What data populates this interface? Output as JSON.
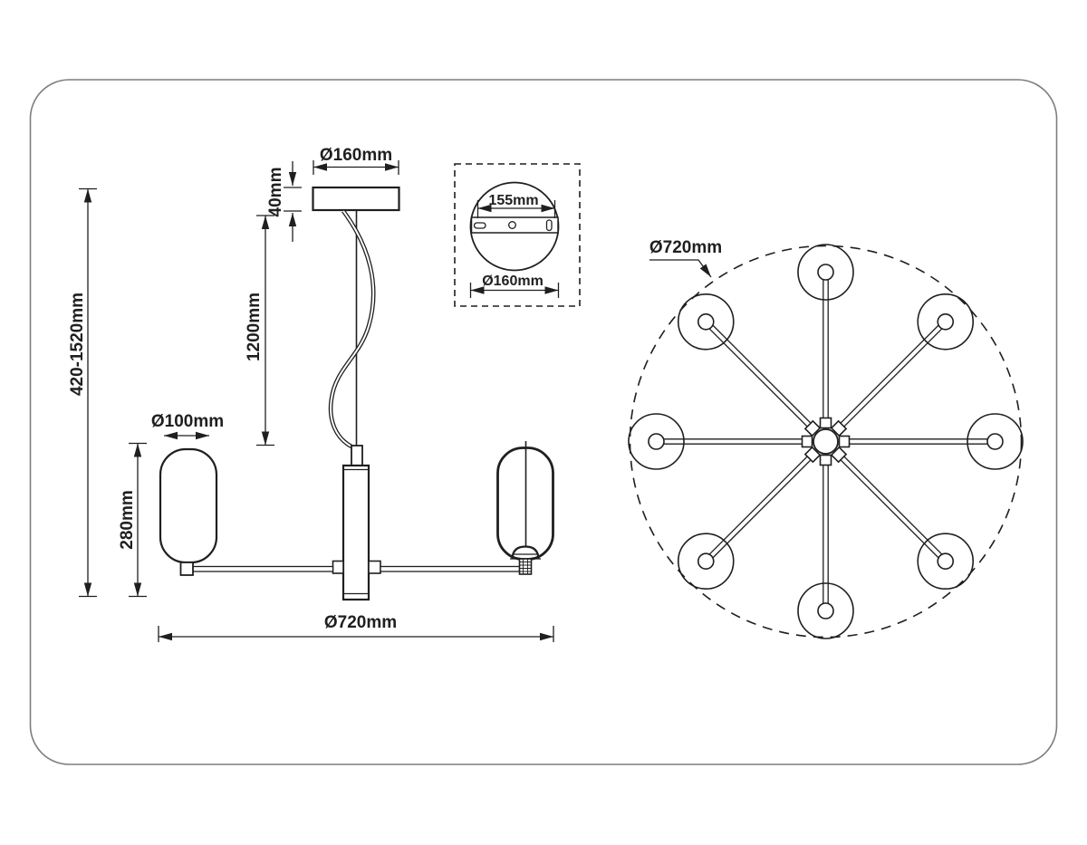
{
  "colors": {
    "line": "#1f1f1f",
    "frame": "#7d7d7d",
    "background": "#ffffff"
  },
  "side_view": {
    "canopy_diameter_label": "Ø160mm",
    "canopy_height_label": "40mm",
    "suspension_length_label": "1200mm",
    "overall_height_label": "420-1520mm",
    "shade_diameter_label": "Ø100mm",
    "shade_height_label": "280mm",
    "span_diameter_label": "Ø720mm"
  },
  "mount_detail": {
    "bracket_width_label": "155mm",
    "plate_diameter_label": "Ø160mm"
  },
  "top_view": {
    "span_diameter_label": "Ø720mm",
    "arm_count": 8,
    "arm_angles_deg": [
      90,
      45,
      0,
      315,
      270,
      225,
      180,
      135
    ]
  }
}
